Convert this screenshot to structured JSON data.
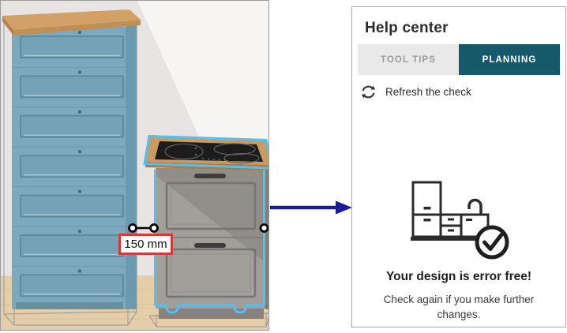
{
  "scene": {
    "dimension_label": "150 mm",
    "objects": {
      "left_cabinet": "tall-blue-drawer-cabinet",
      "right_cabinet": "grey-base-cabinet-with-cooktop"
    },
    "colors": {
      "selection_outline": "#54c0ee",
      "dimension_label_border": "#d43a3a",
      "cabinet_blue": "#7da9be",
      "cabinet_grey": "#a29e9a",
      "wall": "#e7e4e3",
      "floor": "#e6cda9"
    }
  },
  "arrow": {
    "color": "#1b1b97"
  },
  "help_panel": {
    "title": "Help center",
    "tabs": [
      {
        "label": "TOOL TIPS",
        "active": false
      },
      {
        "label": "PLANNING",
        "active": true
      }
    ],
    "refresh_label": "Refresh the check",
    "status": {
      "title": "Your design is error free!",
      "subtitle": "Check again if you make further changes."
    },
    "colors": {
      "active_tab_bg": "#16596b",
      "active_tab_text": "#ffffff",
      "inactive_tab_bg": "#e9e9e9",
      "inactive_tab_text": "#9b9b9b"
    }
  }
}
